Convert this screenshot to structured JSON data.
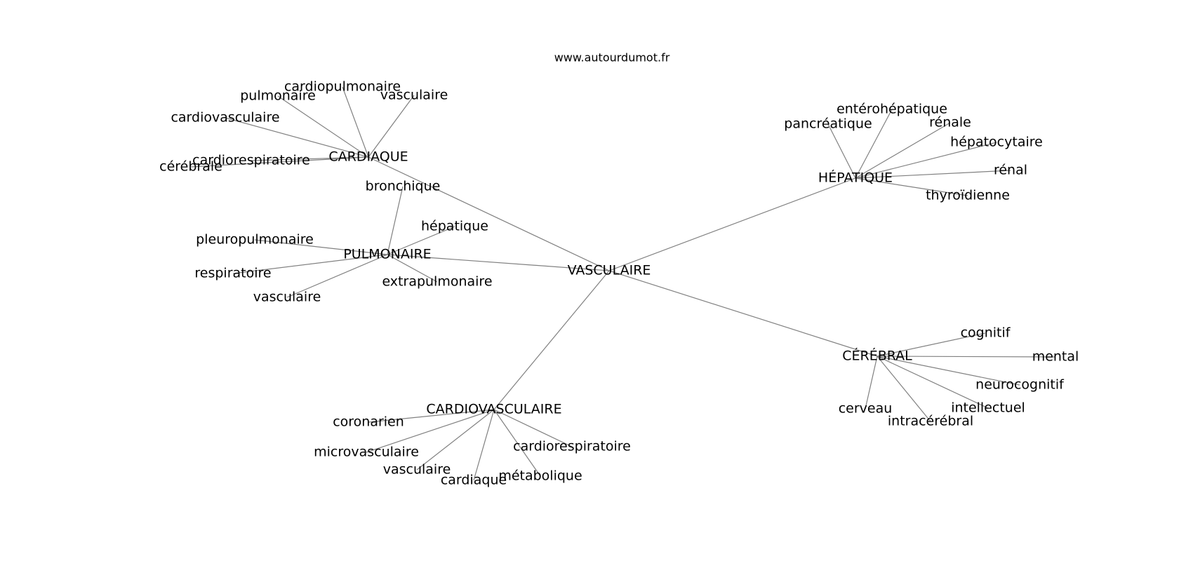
{
  "header": {
    "watermark": "www.autourdumot.fr"
  },
  "graph": {
    "center": {
      "id": "vasculaire",
      "label": "VASCULAIRE"
    },
    "hubs": [
      {
        "id": "cardiaque",
        "label": "CARDIAQUE",
        "neighbors": [
          {
            "id": "cardiopulmonaire",
            "label": "cardiopulmonaire"
          },
          {
            "id": "pulmonaire",
            "label": "pulmonaire"
          },
          {
            "id": "vasculaire-c",
            "label": "vasculaire"
          },
          {
            "id": "cardiovasculaire-c",
            "label": "cardiovasculaire"
          },
          {
            "id": "cardiorespiratoire-c",
            "label": "cardiorespiratoire"
          },
          {
            "id": "cerebrale",
            "label": "cérébrale"
          }
        ]
      },
      {
        "id": "pulmonaire-hub",
        "label": "PULMONAIRE",
        "neighbors": [
          {
            "id": "bronchique",
            "label": "bronchique"
          },
          {
            "id": "hepatique-p",
            "label": "hépatique"
          },
          {
            "id": "pleuropulmonaire",
            "label": "pleuropulmonaire"
          },
          {
            "id": "respiratoire",
            "label": "respiratoire"
          },
          {
            "id": "vasculaire-p",
            "label": "vasculaire"
          },
          {
            "id": "extrapulmonaire",
            "label": "extrapulmonaire"
          }
        ]
      },
      {
        "id": "hepatique-hub",
        "label": "HÉPATIQUE",
        "neighbors": [
          {
            "id": "enterohepatique",
            "label": "entérohépatique"
          },
          {
            "id": "pancreatique",
            "label": "pancréatique"
          },
          {
            "id": "renale",
            "label": "rénale"
          },
          {
            "id": "hepatocytaire",
            "label": "hépatocytaire"
          },
          {
            "id": "renal",
            "label": "rénal"
          },
          {
            "id": "thyroidienne",
            "label": "thyroïdienne"
          }
        ]
      },
      {
        "id": "cerebral-hub",
        "label": "CÉRÉBRAL",
        "neighbors": [
          {
            "id": "cognitif",
            "label": "cognitif"
          },
          {
            "id": "mental",
            "label": "mental"
          },
          {
            "id": "neurocognitif",
            "label": "neurocognitif"
          },
          {
            "id": "intellectuel",
            "label": "intellectuel"
          },
          {
            "id": "cerveau",
            "label": "cerveau"
          },
          {
            "id": "intracerebral",
            "label": "intracérébral"
          }
        ]
      },
      {
        "id": "cardiovasculaire-hub",
        "label": "CARDIOVASCULAIRE",
        "neighbors": [
          {
            "id": "coronarien",
            "label": "coronarien"
          },
          {
            "id": "microvasculaire",
            "label": "microvasculaire"
          },
          {
            "id": "vasculaire-cv",
            "label": "vasculaire"
          },
          {
            "id": "cardiaque-cv",
            "label": "cardiaque"
          },
          {
            "id": "metabolique",
            "label": "métabolique"
          },
          {
            "id": "cardiorespiratoire-cv",
            "label": "cardiorespiratoire"
          }
        ]
      }
    ]
  }
}
